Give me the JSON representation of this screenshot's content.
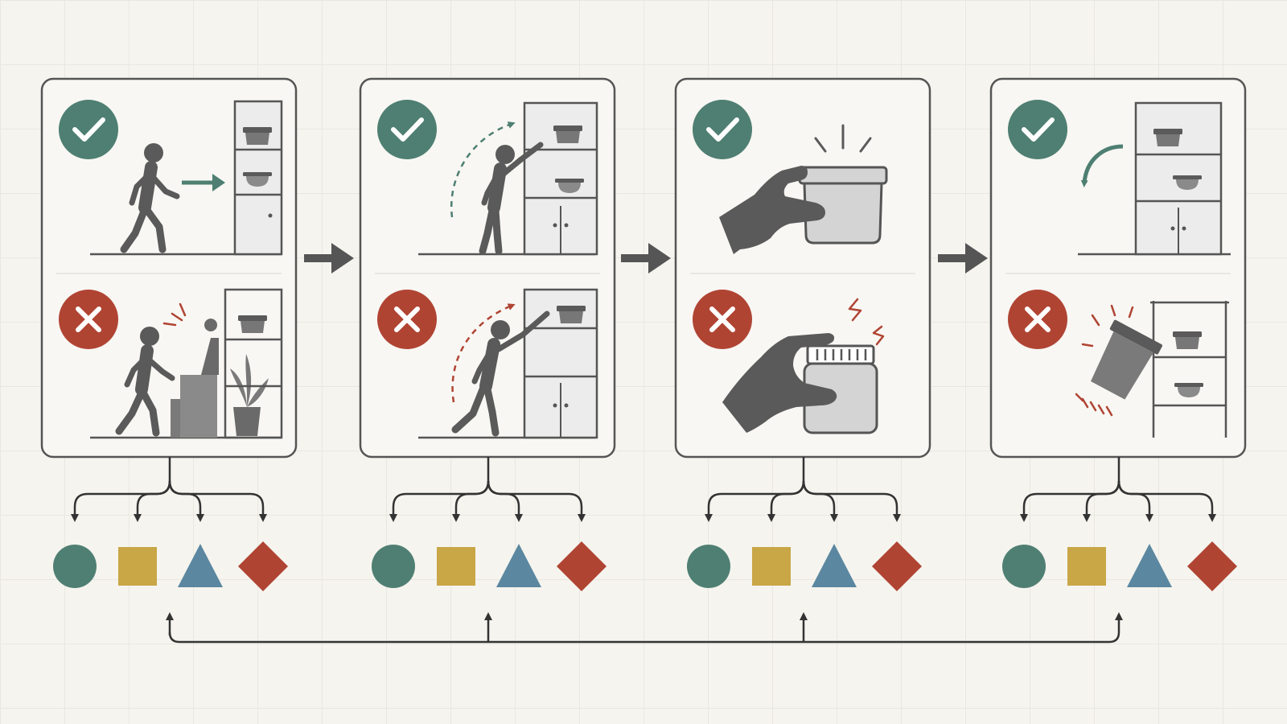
{
  "colors": {
    "background": "#f5f4ef",
    "panel_fill": "#f8f7f3",
    "outline": "#555555",
    "figure": "#5a5a5a",
    "object_fill": "#d4d4d4",
    "check_green": "#4e7f72",
    "error_red": "#b04433",
    "shape_teal": "#4f7f73",
    "shape_gold": "#c9a646",
    "shape_blue": "#5b87a0",
    "shape_red": "#b04433"
  },
  "steps": [
    {
      "id": "approach",
      "correct": {
        "indicator": "check-icon",
        "scene": "walk-to-cabinet"
      },
      "incorrect": {
        "indicator": "cross-icon",
        "scene": "trip-over-clutter"
      }
    },
    {
      "id": "reach",
      "correct": {
        "indicator": "check-icon",
        "scene": "reach-upper-shelf"
      },
      "incorrect": {
        "indicator": "cross-icon",
        "scene": "overreach-off-balance"
      }
    },
    {
      "id": "grasp",
      "correct": {
        "indicator": "check-icon",
        "scene": "firm-grip-container"
      },
      "incorrect": {
        "indicator": "cross-icon",
        "scene": "slipping-grip-jar"
      }
    },
    {
      "id": "place",
      "correct": {
        "indicator": "check-icon",
        "scene": "set-down-container"
      },
      "incorrect": {
        "indicator": "cross-icon",
        "scene": "dropped-container"
      }
    }
  ],
  "outcome_shapes": [
    {
      "shape": "circle",
      "color": "#4f7f73"
    },
    {
      "shape": "square",
      "color": "#c9a646"
    },
    {
      "shape": "triangle",
      "color": "#5b87a0"
    },
    {
      "shape": "diamond",
      "color": "#b04433"
    }
  ]
}
